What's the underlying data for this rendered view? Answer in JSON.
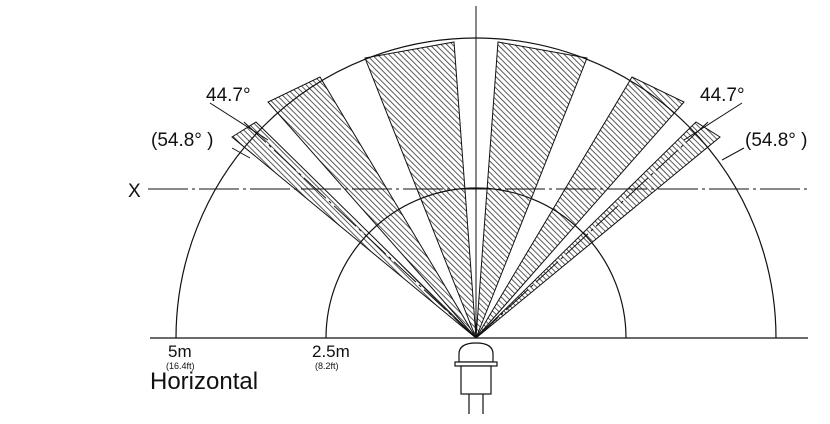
{
  "caption": "Horizontal",
  "axis_label": "X",
  "angles": {
    "left_inner": "44.7°",
    "left_outer": "(54.8° )",
    "right_inner": "44.7°",
    "right_outer": "(54.8° )"
  },
  "distances": {
    "far": {
      "metric": "5m",
      "imperial": "(16.4ft)"
    },
    "near": {
      "metric": "2.5m",
      "imperial": "(8.2ft)"
    }
  },
  "colors": {
    "line": "#111111",
    "hatch": "#333333",
    "background": "#ffffff"
  }
}
